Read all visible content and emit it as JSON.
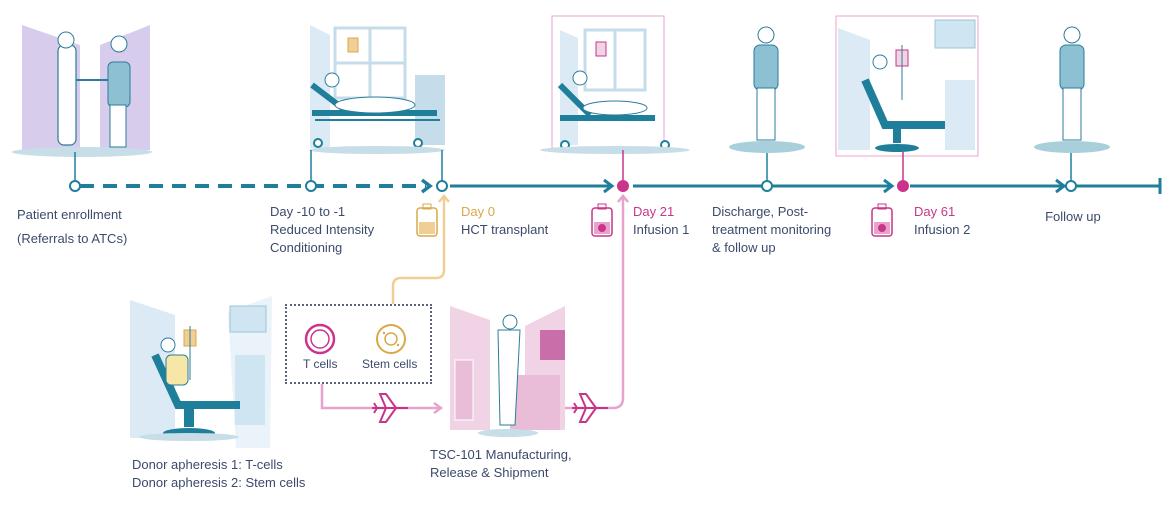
{
  "colors": {
    "timeline": "#1f7f9a",
    "orange": "#f0cf96",
    "orange_text": "#d9a84b",
    "pink": "#e8a3cc",
    "pink_dark": "#c8358a",
    "text": "#3c4a6b",
    "scene_blue": "#cfe6f2",
    "scene_purple": "#d8ccec",
    "scene_pink": "#f1d3e6"
  },
  "milestones": [
    {
      "id": "enrollment",
      "line1": "Patient enrollment",
      "line2": "(Referrals to ATCs)"
    },
    {
      "id": "conditioning",
      "day": "Day -10 to -1",
      "line1": "Reduced Intensity",
      "line2": "Conditioning"
    },
    {
      "id": "transplant",
      "day": "Day 0",
      "line1": "HCT transplant"
    },
    {
      "id": "infusion1",
      "day": "Day 21",
      "line1": "Infusion 1"
    },
    {
      "id": "discharge",
      "line1": "Discharge, Post-",
      "line2": "treatment monitoring",
      "line3": "& follow up"
    },
    {
      "id": "infusion2",
      "day": "Day 61",
      "line1": "Infusion 2"
    },
    {
      "id": "followup",
      "line1": "Follow up"
    }
  ],
  "donor": {
    "line1": "Donor apheresis 1: T-cells",
    "line2": "Donor apheresis 2: Stem cells"
  },
  "cells": {
    "t_cells": "T cells",
    "stem_cells": "Stem cells"
  },
  "manufacturing": {
    "line1": "TSC-101 Manufacturing,",
    "line2": "Release & Shipment"
  },
  "icons": {
    "bag_orange": "iv-bag-icon",
    "bag_pink": "t-cell-bag-icon",
    "plane": "airplane-icon"
  }
}
